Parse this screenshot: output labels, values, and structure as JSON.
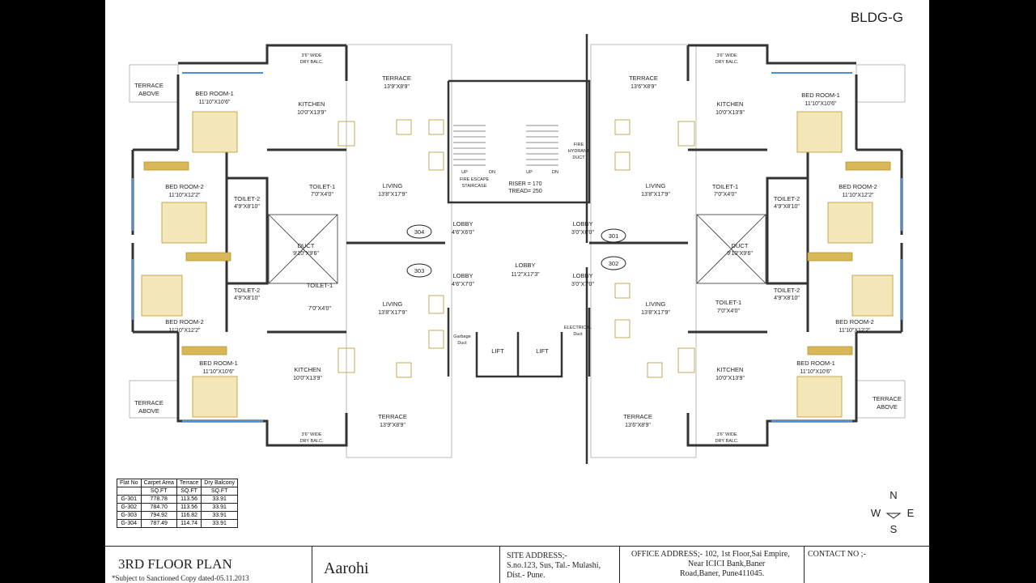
{
  "building_tag": "BLDG-G",
  "north_label": "N",
  "south_label": "S",
  "east_label": "E",
  "west_label": "W",
  "flats": {
    "f301": "301",
    "f302": "302",
    "f303": "303",
    "f304": "304"
  },
  "rooms": {
    "terrace": "TERRACE",
    "terrace_above": [
      "TERRACE",
      "ABOVE"
    ],
    "bed1": "BED ROOM-1",
    "bed2": "BED ROOM-2",
    "kitchen": "KITCHEN",
    "living": "LIVING",
    "toilet1": "TOILET-1",
    "toilet2": "TOILET-2",
    "duct": "DUCT",
    "lobby": "LOBBY",
    "lift": "LIFT",
    "dry_balc": [
      "3'6\" WIDE",
      "DRY BALC."
    ],
    "fire_escape": [
      "FIRE ESCAPE",
      "STAIRCASE"
    ],
    "riser": "RISER = 170",
    "tread": "TREAD= 250",
    "fire_hydrant": [
      "FIRE",
      "HYDRANT",
      "DUCT"
    ],
    "garbage": [
      "Garbage",
      "Duct"
    ],
    "electrical": [
      "ELECTRICAL",
      "Duct"
    ],
    "up": "UP",
    "dn": "DN"
  },
  "dims": {
    "terrace_left": "13'9\"X8'9\"",
    "terrace_right": "13'6\"X8'9\"",
    "bed1": "11'10\"X10'6\"",
    "bed2": "11'10\"X12'2\"",
    "kitchen": "10'0\"X13'9\"",
    "living": "13'8\"X17'9\"",
    "toilet1": "7'0\"X4'0\"",
    "toilet2": "4'9\"X8'10\"",
    "duct": "9'10\"X9'6\"",
    "lobby_central": "11'2\"X17'3\"",
    "lobby_304": "4'6\"X6'0\"",
    "lobby_301": "3'0\"X6'0\"",
    "lobby_303": "4'6\"X7'0\"",
    "lobby_302": "3'0\"X7'0\""
  },
  "area_table": {
    "headers": [
      "Flat No",
      "Carpet Area",
      "Terrace",
      "Dry Balcony"
    ],
    "units": [
      "",
      "SQ.FT",
      "SQ.FT",
      "SQ.FT"
    ],
    "rows": [
      [
        "G-301",
        "778.78",
        "113.56",
        "33.91"
      ],
      [
        "G-302",
        "784.70",
        "113.56",
        "33.91"
      ],
      [
        "G-303",
        "794.92",
        "116.82",
        "33.91"
      ],
      [
        "G-304",
        "787.49",
        "114.74",
        "33.91"
      ]
    ]
  },
  "title_block": {
    "title": "3RD FLOOR PLAN",
    "subtitle": "*Subject to Sanctioned Copy dated-05.11.2013",
    "project": "Aarohi",
    "site_address": [
      "SITE ADDRESS;-",
      "S.no.123, Sus, Tal.- Mulashi,",
      "Dist.- Pune."
    ],
    "office_address": [
      "OFFICE ADDRESS;- 102, 1st Floor,Sai Empire,",
      "Near ICICI Bank,Baner",
      "Road,Baner, Pune411045."
    ],
    "contact": "CONTACT NO ;-"
  }
}
